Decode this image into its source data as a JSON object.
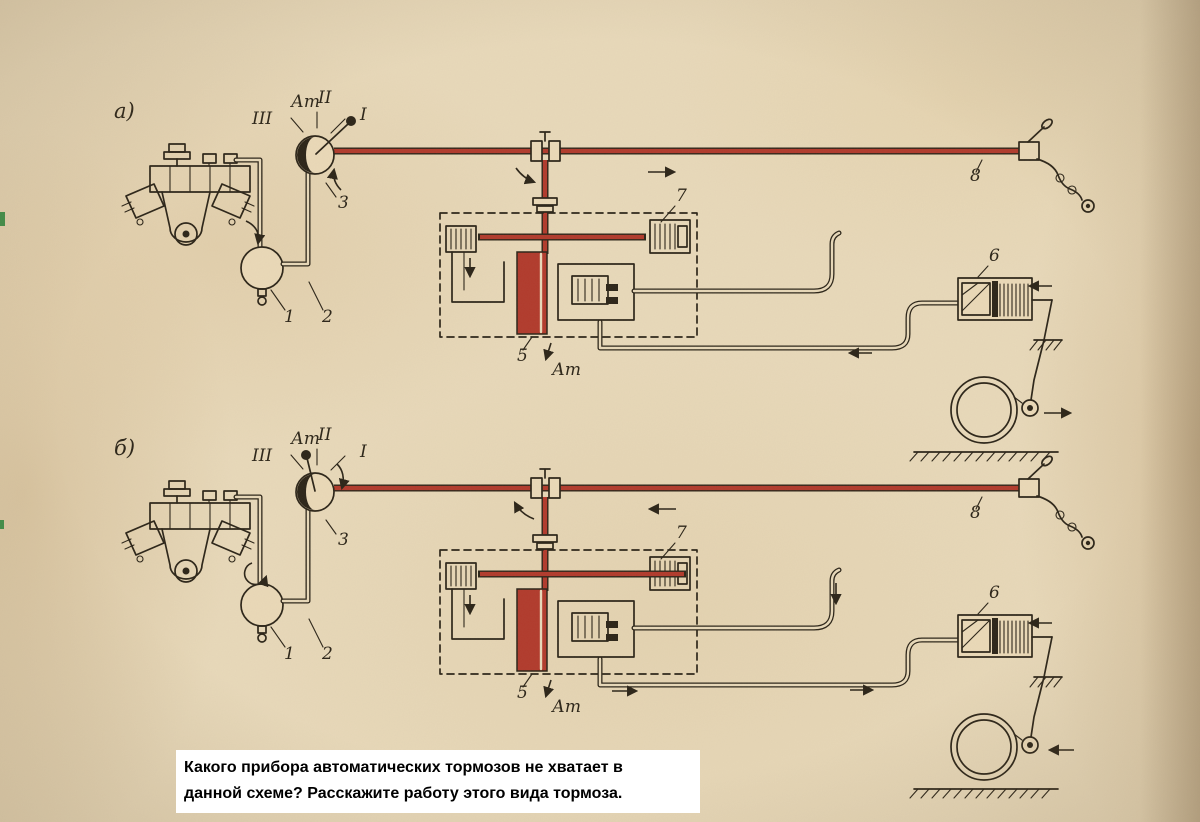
{
  "page": {
    "colors": {
      "paper": "#e8d9ba",
      "ink": "#2b2418",
      "pipe_red": "#b13a2c",
      "question_bg": "#ffffff"
    },
    "question": {
      "line1": "Какого прибора автоматических тормозов не хватает в",
      "line2": "данной схеме? Расскажите работу этого вида тормоза."
    }
  },
  "diagram_a": {
    "panel_label": "а)",
    "valve_labels": {
      "I": "I",
      "II": "II",
      "III": "III",
      "At": "Ат"
    },
    "part_labels": {
      "n1": "1",
      "n2": "2",
      "n3": "3",
      "n5": "5",
      "n6": "6",
      "n7": "7",
      "n8": "8",
      "at_exhaust": "Ат"
    }
  },
  "diagram_b": {
    "panel_label": "б)",
    "valve_labels": {
      "I": "I",
      "II": "II",
      "III": "III",
      "At": "Ат"
    },
    "part_labels": {
      "n1": "1",
      "n2": "2",
      "n3": "3",
      "n5": "5",
      "n6": "6",
      "n7": "7",
      "n8": "8",
      "at_exhaust": "Ат"
    }
  }
}
